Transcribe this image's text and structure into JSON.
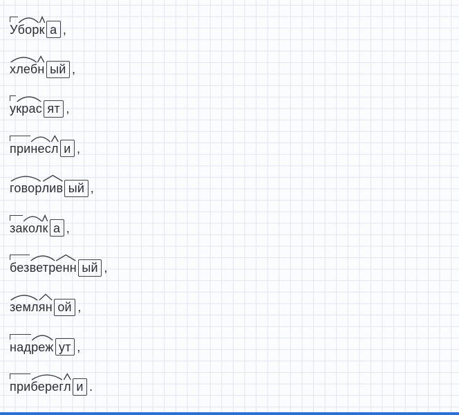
{
  "page": {
    "paper_color": "#fbfcfe",
    "grid_color": "#e1e5f1",
    "text_color": "#2c2c31",
    "mark_color": "#3f3f45",
    "bottom_bar_color": "#2e6fd3"
  },
  "worksheet": {
    "description": "morpheme-analysis-word-list",
    "mark_legend": {
      "prefix": "prefix-mark-icon",
      "root": "root-arc-icon",
      "suffix": "suffix-caret-icon",
      "ending": "ending-box"
    },
    "words": [
      {
        "punct": ",",
        "segments": [
          {
            "text": "У",
            "mark": "prefix"
          },
          {
            "text": "бор",
            "mark": "root"
          },
          {
            "text": "к",
            "mark": "suffix"
          },
          {
            "text": "а",
            "mark": "ending"
          }
        ]
      },
      {
        "punct": ",",
        "segments": [
          {
            "text": "хлеб",
            "mark": "root"
          },
          {
            "text": "н",
            "mark": "suffix"
          },
          {
            "text": "ый",
            "mark": "ending"
          }
        ]
      },
      {
        "punct": ",",
        "segments": [
          {
            "text": "у",
            "mark": "prefix"
          },
          {
            "text": "крас",
            "mark": "root"
          },
          {
            "text": "ят",
            "mark": "ending"
          }
        ]
      },
      {
        "punct": ",",
        "segments": [
          {
            "text": "при",
            "mark": "prefix"
          },
          {
            "text": "нес",
            "mark": "root"
          },
          {
            "text": "л",
            "mark": "suffix"
          },
          {
            "text": "и",
            "mark": "ending"
          }
        ]
      },
      {
        "punct": ",",
        "segments": [
          {
            "text": "говор",
            "mark": "root"
          },
          {
            "text": "лив",
            "mark": "suffix"
          },
          {
            "text": "ый",
            "mark": "ending"
          }
        ]
      },
      {
        "punct": ",",
        "segments": [
          {
            "text": "за",
            "mark": "prefix"
          },
          {
            "text": "кол",
            "mark": "root"
          },
          {
            "text": "к",
            "mark": "suffix"
          },
          {
            "text": "а",
            "mark": "ending"
          }
        ]
      },
      {
        "punct": ",",
        "segments": [
          {
            "text": "без",
            "mark": "prefix"
          },
          {
            "text": "ветр",
            "mark": "root"
          },
          {
            "text": "енн",
            "mark": "suffix"
          },
          {
            "text": "ый",
            "mark": "ending"
          }
        ]
      },
      {
        "punct": ",",
        "segments": [
          {
            "text": "земл",
            "mark": "root"
          },
          {
            "text": "ян",
            "mark": "suffix"
          },
          {
            "text": "ой",
            "mark": "ending"
          }
        ]
      },
      {
        "punct": ",",
        "segments": [
          {
            "text": "над",
            "mark": "prefix"
          },
          {
            "text": "реж",
            "mark": "root"
          },
          {
            "text": "ут",
            "mark": "ending"
          }
        ]
      },
      {
        "punct": ".",
        "segments": [
          {
            "text": "при",
            "mark": "prefix"
          },
          {
            "text": "берег",
            "mark": "root"
          },
          {
            "text": "л",
            "mark": "suffix"
          },
          {
            "text": "и",
            "mark": "ending"
          }
        ]
      }
    ]
  }
}
